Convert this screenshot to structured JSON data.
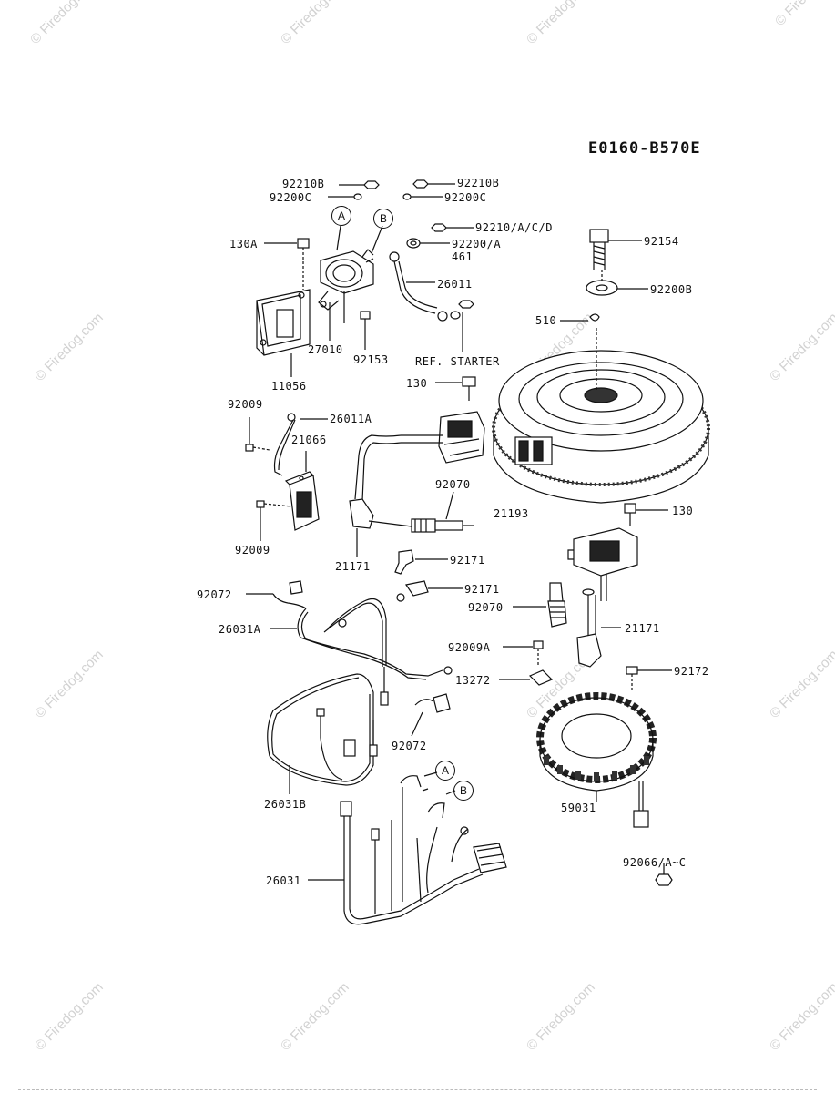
{
  "diagram_code": "E0160-B570E",
  "watermark": "© Firedog.com",
  "callouts": {
    "A_label": "A",
    "B_label": "B"
  },
  "parts": {
    "p92210B_left": "92210B",
    "p92210B_right": "92210B",
    "p92200C_left": "92200C",
    "p92200C_right": "92200C",
    "p92210ACD": "92210/A/C/D",
    "p92200A": "92200/A",
    "p461": "461",
    "p130A": "130A",
    "p26011": "26011",
    "p27010": "27010",
    "p92153": "92153",
    "ref_starter": "REF. STARTER",
    "p11056": "11056",
    "p92154": "92154",
    "p92200B": "92200B",
    "p510": "510",
    "p130_top": "130",
    "p92009_top": "92009",
    "p26011A": "26011A",
    "p21066": "21066",
    "p92070_left": "92070",
    "p21193": "21193",
    "p92009_bottom": "92009",
    "p21171_left": "21171",
    "p130_right": "130",
    "p92171_a": "92171",
    "p92171_b": "92171",
    "p92072_top": "92072",
    "p92070_right": "92070",
    "p26031A": "26031A",
    "p21171_right": "21171",
    "p92009A": "92009A",
    "p92172": "92172",
    "p13272": "13272",
    "p92072_bottom": "92072",
    "p59031": "59031",
    "p26031B": "26031B",
    "p92066": "92066/A~C",
    "p26031": "26031"
  }
}
